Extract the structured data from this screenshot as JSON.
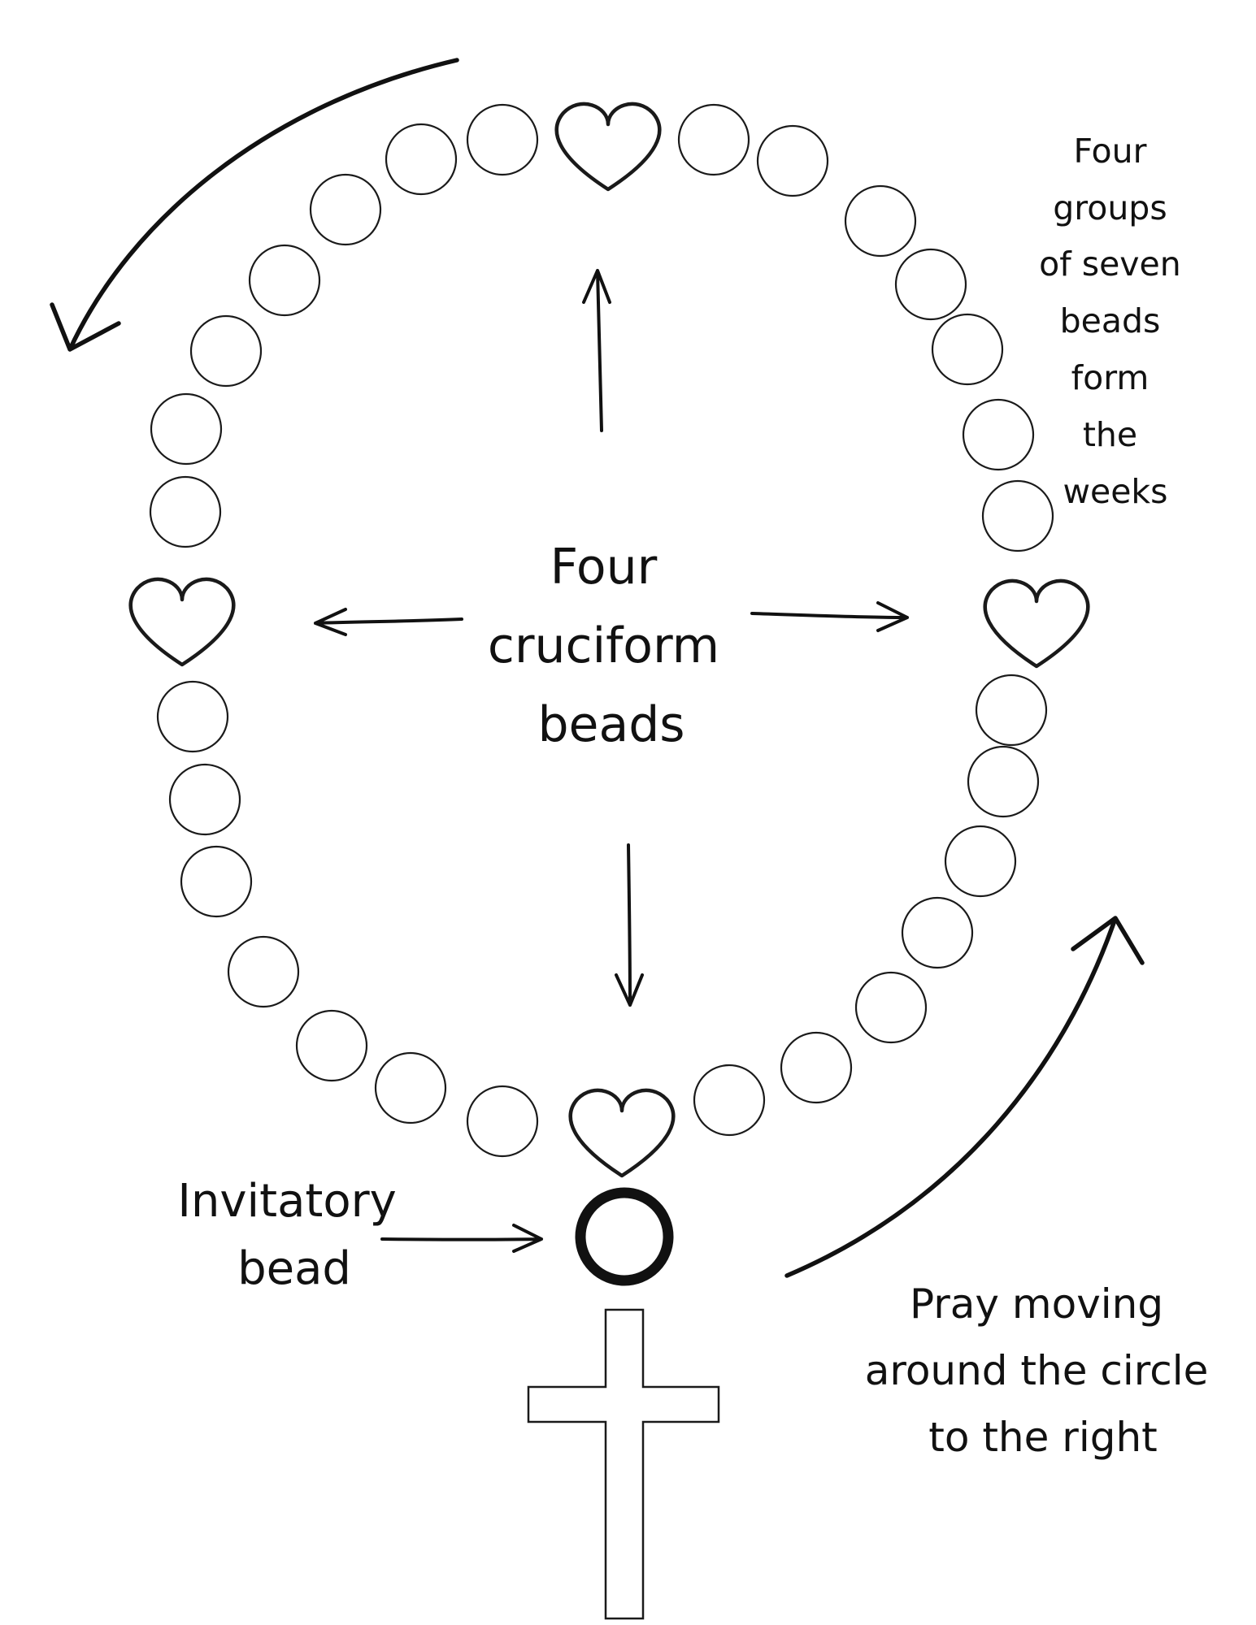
{
  "labels": {
    "center": [
      "Four",
      "cruciform",
      "beads"
    ],
    "weeks": [
      "Four",
      "groups",
      "of seven",
      "beads",
      "form",
      "the",
      "weeks"
    ],
    "invitatory": [
      "Invitatory",
      "bead"
    ],
    "direction": [
      "Pray moving",
      "around the circle",
      "to the right"
    ]
  },
  "beads": {
    "groups": 4,
    "per_group": 7,
    "cruciform_shape": "heart",
    "invitatory_shape": "ring",
    "pendant": "cross-icon"
  },
  "colors": {
    "ink": "#111111",
    "bead_fill": "#ffffff"
  }
}
